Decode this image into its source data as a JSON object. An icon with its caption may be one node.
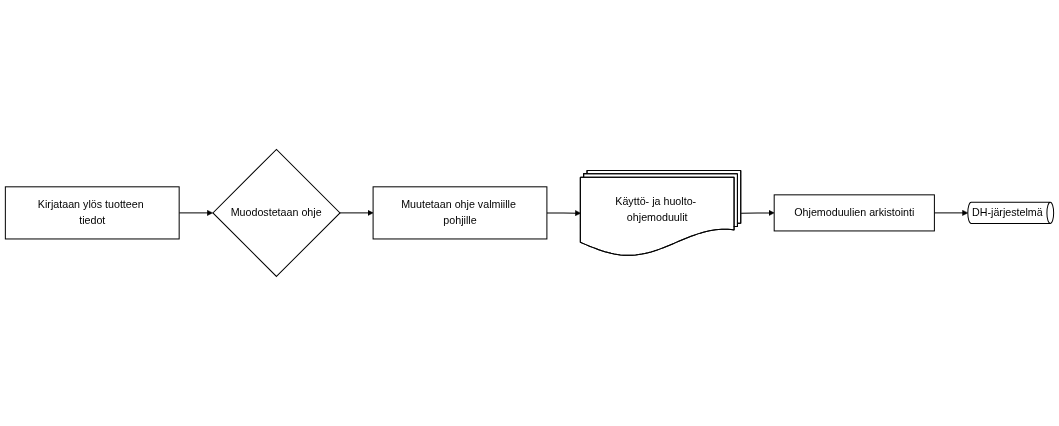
{
  "diagram": {
    "nodes": [
      {
        "text": [
          "Kirjataan ylös tuotteen tiedot"
        ]
      },
      {
        "text": [
          "Muodostetaan ohje"
        ]
      },
      {
        "text": [
          "Muutetaan ohje valmiille pohjille"
        ]
      },
      {
        "text": [
          "Käyttö- ja huolto- ohjemoduulit"
        ]
      },
      {
        "text": [
          "Ohjemoduulien arkistointi"
        ]
      },
      {
        "text": [
          "DH-järjestelmä"
        ]
      }
    ],
    "edges": [
      {
        "from": 0,
        "to": 1,
        "arrow": "to"
      },
      {
        "from": 1,
        "to": 2,
        "arrow": "to"
      },
      {
        "from": 2,
        "to": 3,
        "arrow": "to"
      },
      {
        "from": 3,
        "to": 4,
        "arrow": "to"
      },
      {
        "from": 4,
        "to": 5,
        "arrow": "to"
      }
    ]
  }
}
